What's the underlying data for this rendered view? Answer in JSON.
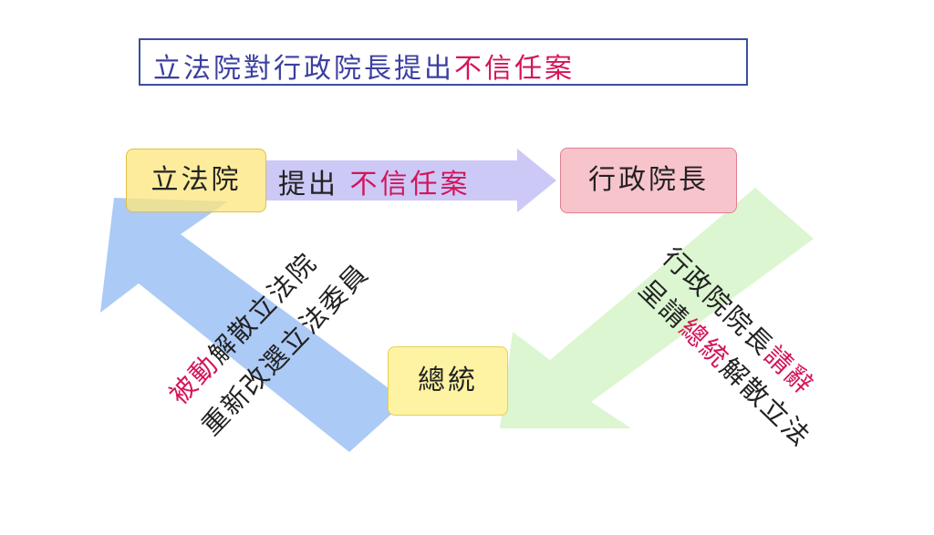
{
  "title": {
    "prefix": "立法院對行政院長提出",
    "highlight": "不信任案"
  },
  "boxes": {
    "legislature": "立法院",
    "premier": "行政院長",
    "president": "總統"
  },
  "top_arrow": {
    "prefix": "提出",
    "highlight": "不信任案"
  },
  "right_arrow": {
    "line1_prefix": "行政院院長",
    "line1_highlight": "請辭",
    "line2_prefix": "呈請",
    "line2_highlight": "總統",
    "line2_suffix": "解散立法"
  },
  "left_arrow": {
    "line1_highlight": "被動",
    "line1_suffix": "解散立法院",
    "line2": "重新改選立法委員"
  },
  "colors": {
    "title_text": "#3b3fa0",
    "title_border": "#3a4fa0",
    "highlight": "#d4145a",
    "arrow_blue": "#a8c7f5",
    "arrow_green": "#d9f5cd",
    "arrow_purple": "#c9c6f7"
  }
}
